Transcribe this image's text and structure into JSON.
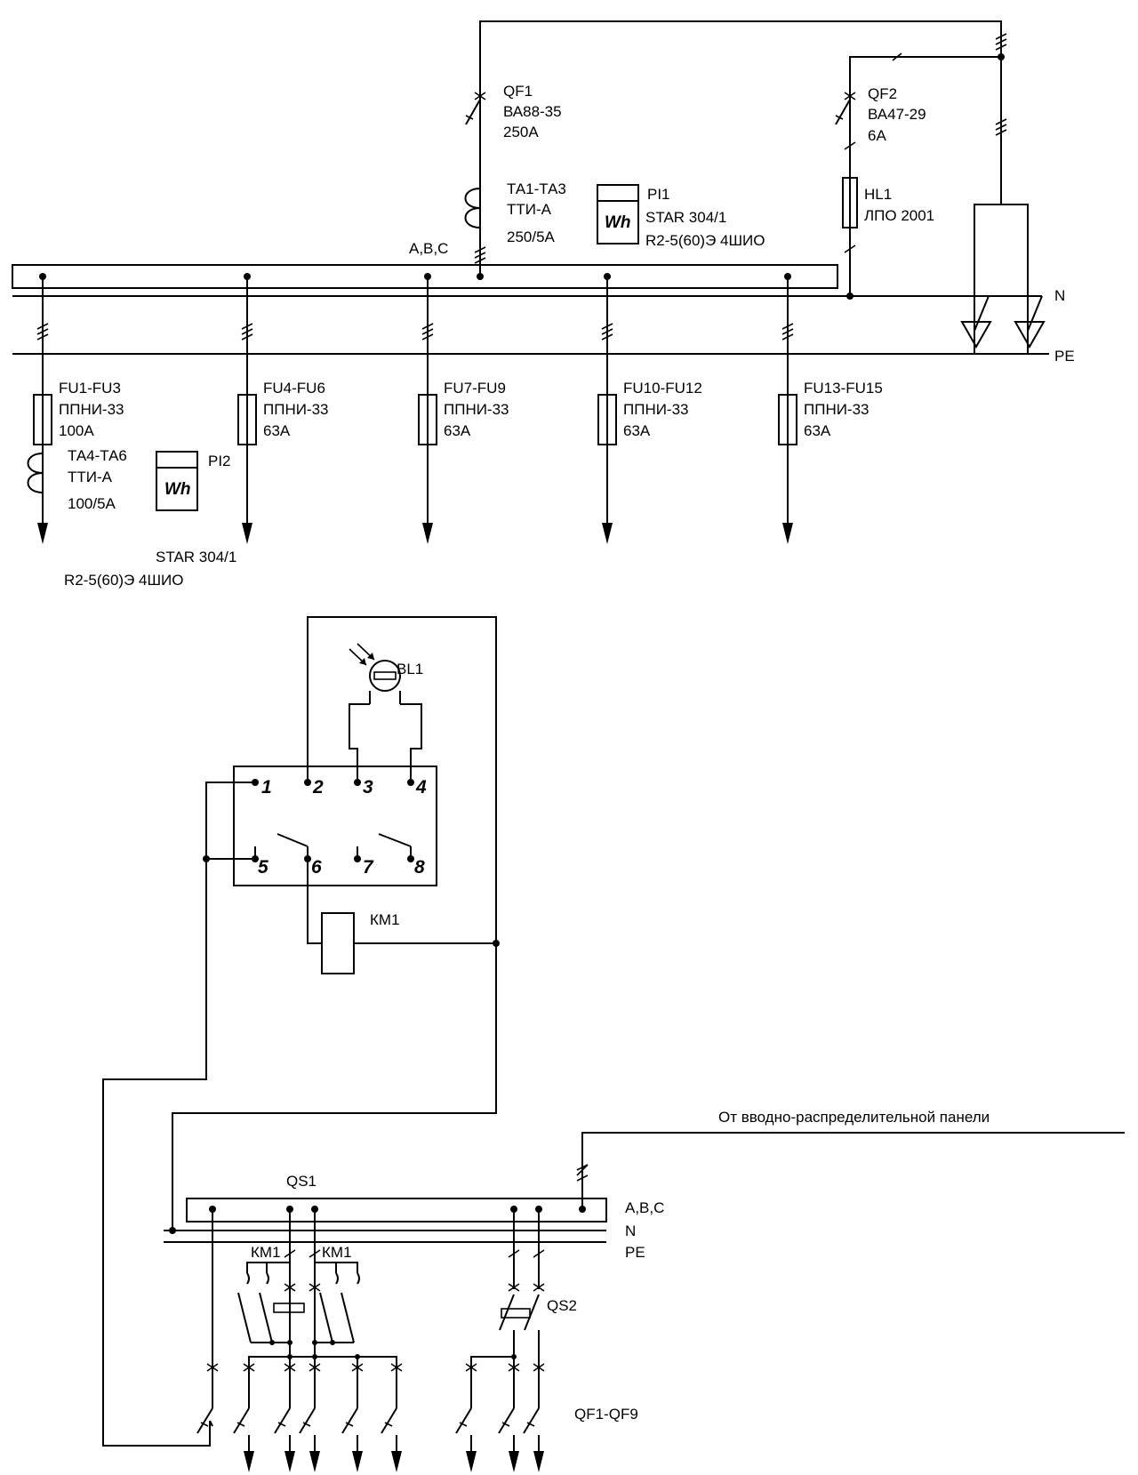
{
  "top_section": {
    "qf1": {
      "id": "QF1",
      "type": "ВА88-35",
      "rating": "250А"
    },
    "ta1": {
      "id": "ТА1-ТА3",
      "type": "ТТИ-А",
      "ratio": "250/5А"
    },
    "pi1": {
      "id": "PI1",
      "meter": "STAR 304/1",
      "spec": "R2-5(60)Э 4ШИО",
      "symbol": "Wh"
    },
    "qf2": {
      "id": "QF2",
      "type": "ВА47-29",
      "rating": "6А"
    },
    "hl1": {
      "id": "HL1",
      "type": "ЛПО 2001"
    },
    "bus_label": "A,B,C",
    "n_label": "N",
    "pe_label": "PE",
    "feeders": [
      {
        "fu": "FU1-FU3",
        "type": "ППНИ-33",
        "rating": "100А"
      },
      {
        "fu": "FU4-FU6",
        "type": "ППНИ-33",
        "rating": "63А"
      },
      {
        "fu": "FU7-FU9",
        "type": "ППНИ-33",
        "rating": "63А"
      },
      {
        "fu": "FU10-FU12",
        "type": "ППНИ-33",
        "rating": "63А"
      },
      {
        "fu": "FU13-FU15",
        "type": "ППНИ-33",
        "rating": "63А"
      }
    ],
    "ta4": {
      "id": "ТА4-ТА6",
      "type": "ТТИ-А",
      "ratio": "100/5А"
    },
    "pi2": {
      "id": "PI2",
      "meter": "STAR 304/1",
      "spec": "R2-5(60)Э 4ШИО",
      "symbol": "Wh"
    }
  },
  "control_section": {
    "bl1": "BL1",
    "terminals": [
      "1",
      "2",
      "3",
      "4",
      "5",
      "6",
      "7",
      "8"
    ],
    "km1": "КМ1"
  },
  "bottom_section": {
    "source_label": "От вводно-распределительной панели",
    "qs1": "QS1",
    "qs2": "QS2",
    "bus_label": "A,B,C",
    "n_label": "N",
    "pe_label": "PE",
    "km1_left": "КМ1",
    "km1_right": "КМ1",
    "qf_group": "QF1-QF9"
  }
}
